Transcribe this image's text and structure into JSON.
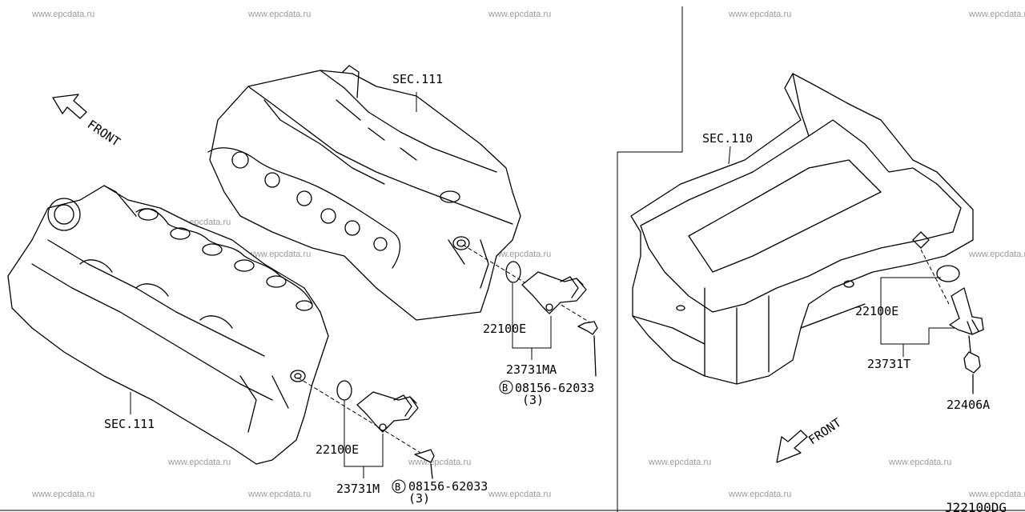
{
  "watermark": "www.epcdata.ru",
  "diagram_code": "J22100DG",
  "front_labels": {
    "left": "FRONT",
    "right": "FRONT"
  },
  "sections": {
    "upper_head": "SEC.111",
    "lower_head": "SEC.111",
    "oil_pan": "SEC.110"
  },
  "parts": {
    "oring_upper": "22100E",
    "sensor_upper": "23731MA",
    "bolt_upper": "08156-62033",
    "bolt_upper_qty": "(3)",
    "oring_lower": "22100E",
    "sensor_lower": "23731M",
    "bolt_lower": "08156-62033",
    "bolt_lower_qty": "(3)",
    "oring_right": "22100E",
    "sensor_right": "23731T",
    "bolt_right": "22406A"
  },
  "bolt_symbol": "B"
}
